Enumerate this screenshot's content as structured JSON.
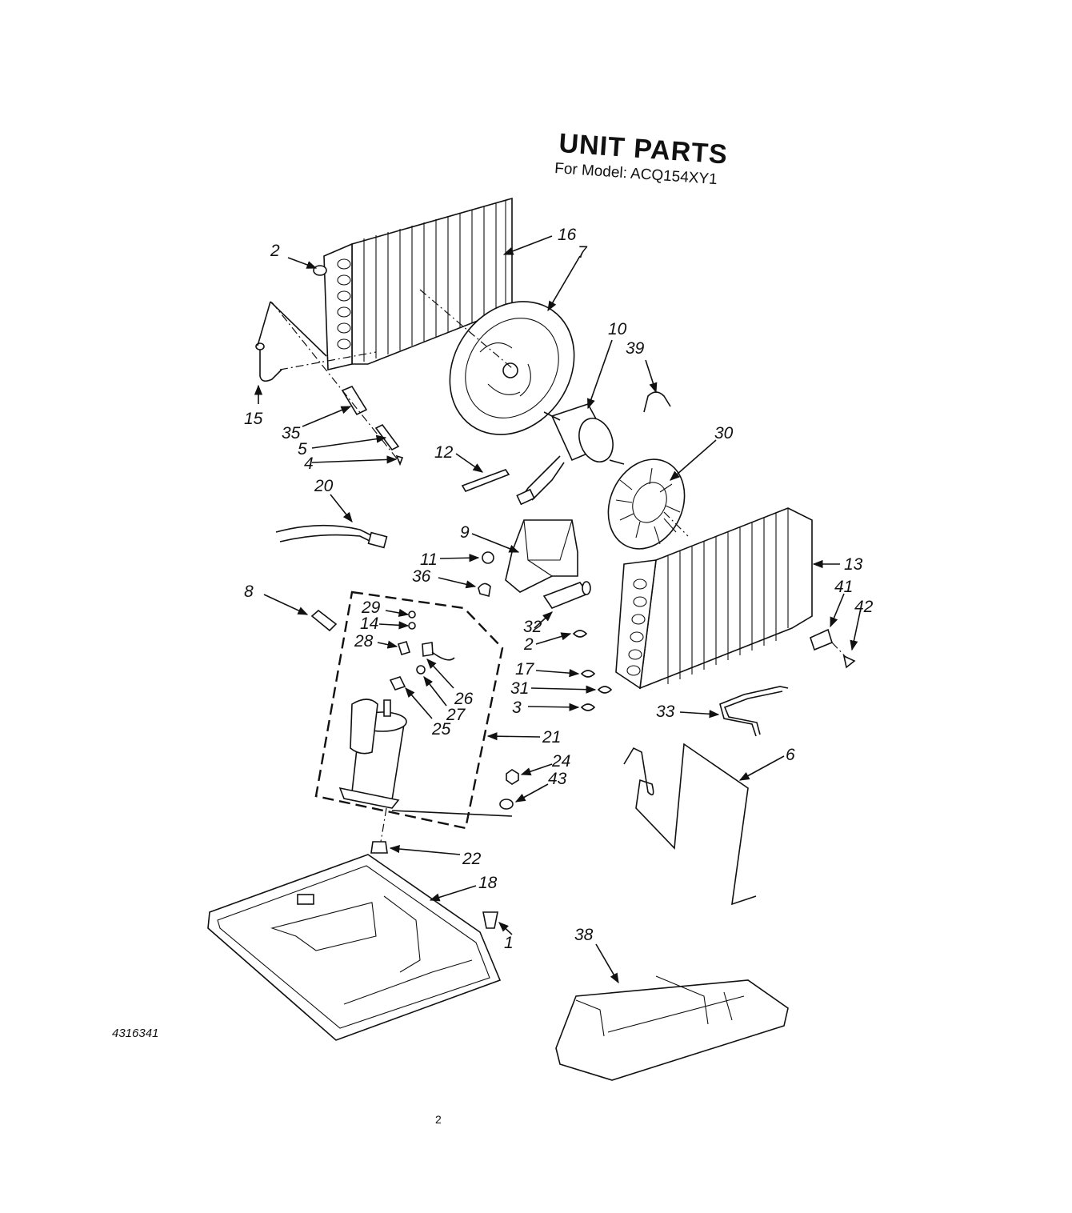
{
  "header": {
    "title": "UNIT PARTS",
    "subtitle": "For Model: ACQ154XY1"
  },
  "footer": {
    "doc_number": "4316341",
    "page_number": "2"
  },
  "callouts": [
    "2",
    "16",
    "7",
    "10",
    "39",
    "15",
    "35",
    "5",
    "4",
    "12",
    "30",
    "20",
    "9",
    "11",
    "36",
    "13",
    "41",
    "42",
    "8",
    "29",
    "14",
    "28",
    "32",
    "2",
    "17",
    "31",
    "3",
    "26",
    "27",
    "25",
    "21",
    "33",
    "6",
    "24",
    "43",
    "22",
    "18",
    "1",
    "38"
  ]
}
